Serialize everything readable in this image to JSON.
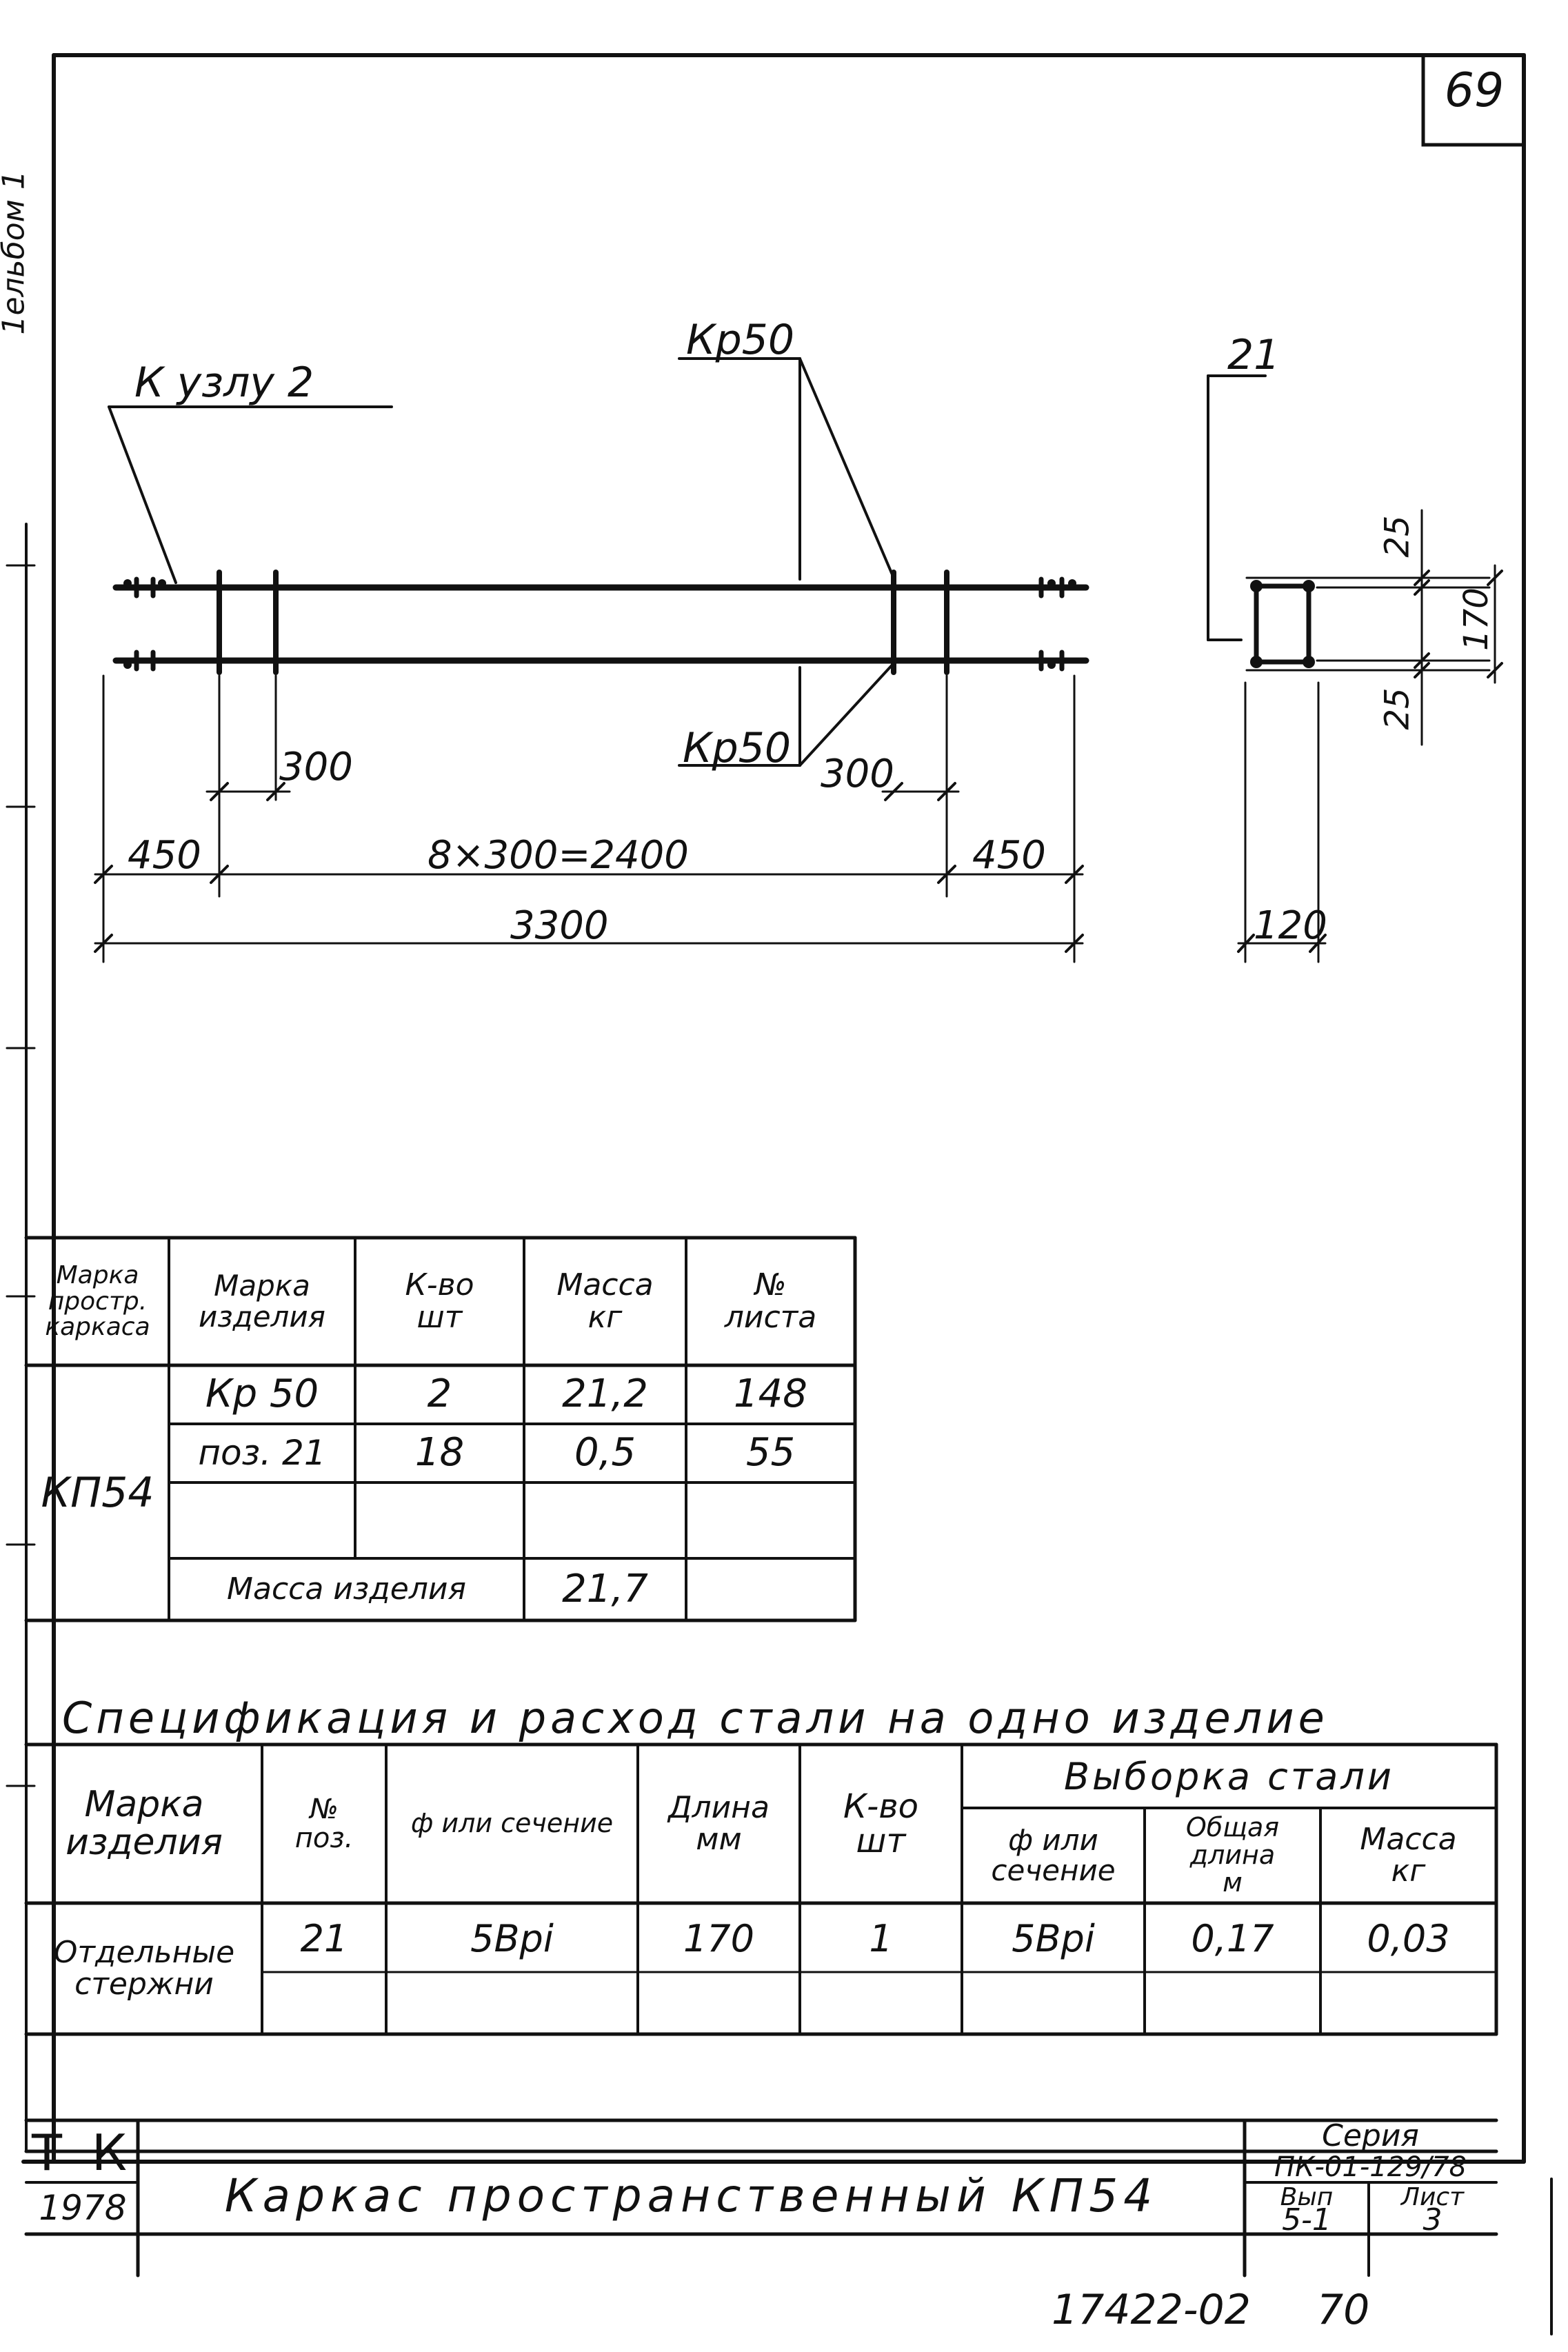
{
  "sheet": {
    "sheet_number": "69",
    "side_stamp": "1ельбом 1",
    "bottom_code": "17422-02",
    "bottom_number": "70"
  },
  "drawing": {
    "callout_node": "К узлу 2",
    "callout_kr50_top": "Кр50",
    "callout_kr50_bottom": "Кр50",
    "callout_pos21": "21",
    "dims": {
      "d300_left": "300",
      "d300_right": "300",
      "d450_left": "450",
      "d8x300": "8×300=2400",
      "d450_right": "450",
      "d3300": "3300",
      "d25_top": "25",
      "d170": "170",
      "d25_bottom": "25",
      "d120": "120"
    }
  },
  "composition_table": {
    "headers": {
      "frame_mark": [
        "Марка",
        "простр.",
        "каркаса"
      ],
      "item_mark": [
        "Марка",
        "изделия"
      ],
      "qty": [
        "К-во",
        "шт"
      ],
      "mass": [
        "Масса",
        "кг"
      ],
      "sheet_no": [
        "№",
        "листа"
      ]
    },
    "frame_mark": "КП54",
    "rows": [
      {
        "item": "Кр 50",
        "qty": "2",
        "mass": "21,2",
        "sheet": "148"
      },
      {
        "item": "поз. 21",
        "qty": "18",
        "mass": "0,5",
        "sheet": "55"
      }
    ],
    "total_label": "Масса изделия",
    "total_value": "21,7"
  },
  "spec_table": {
    "title": "Спецификация и расход стали на одно изделие",
    "headers": {
      "item_mark": [
        "Марка",
        "изделия"
      ],
      "pos": [
        "№",
        "поз."
      ],
      "section": "ф или сечение",
      "length": [
        "Длина",
        "мм"
      ],
      "qty": [
        "К-во",
        "шт"
      ],
      "steel_group": "Выборка стали",
      "steel_section": [
        "ф или",
        "сечение"
      ],
      "total_length": [
        "Общая",
        "длина",
        "м"
      ],
      "mass": [
        "Масса",
        "кг"
      ]
    },
    "row": {
      "item_mark": [
        "Отдельные",
        "стержни"
      ],
      "pos": "21",
      "section": "5Врі",
      "length": "170",
      "qty": "1",
      "steel_section": "5Врі",
      "total_length": "0,17",
      "mass": "0,03"
    }
  },
  "title_block": {
    "org": "Т К",
    "year": "1978",
    "title": "Каркас пространственный КП54",
    "series_label": "Серия",
    "series_value": "ПК-01-129/78",
    "issue_label": "Вып",
    "issue_value": "5-1",
    "sheet_label": "Лист",
    "sheet_value": "3"
  }
}
